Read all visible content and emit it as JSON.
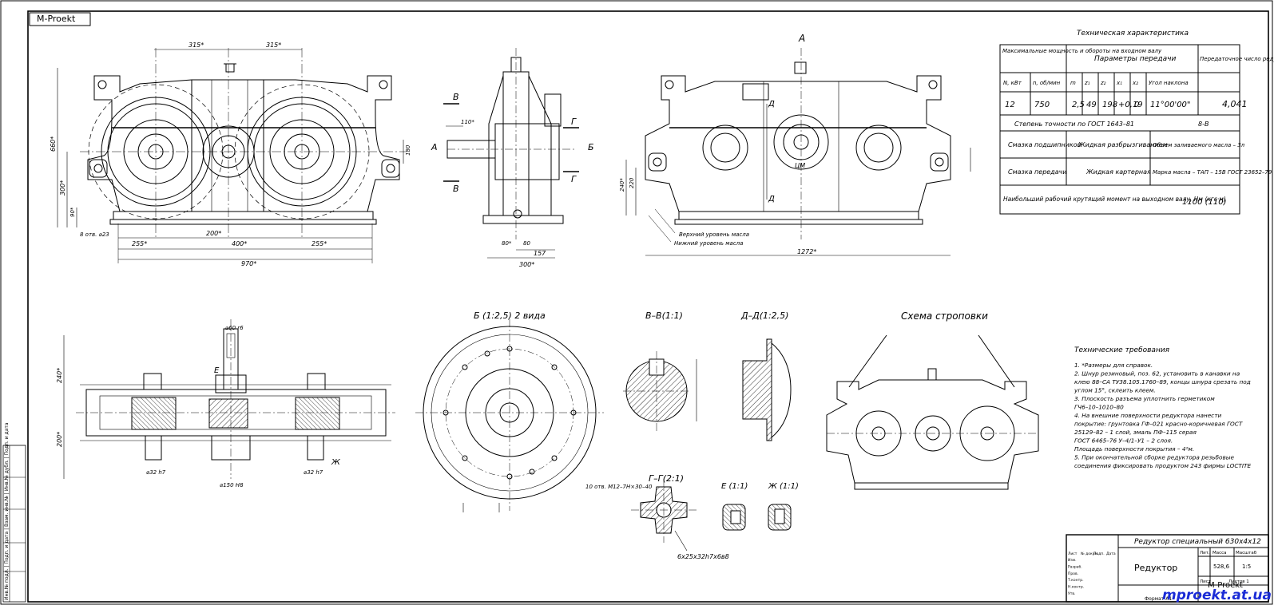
{
  "watermark_top": "M-Proekt",
  "watermark_bottom": "mproekt.at.ua",
  "views": {
    "top_letter_a": "А",
    "section_b": "Б (1:2,5) 2 вида",
    "section_vv": "В–В(1:1)",
    "section_dd": "Д–Д(1:2,5)",
    "section_gg": "Г–Г(2:1)",
    "section_e": "Е (1:1)",
    "section_zh": "Ж (1:1)",
    "sling_scheme": "Схема строповки",
    "level_upper": "Верхний уровень масла",
    "level_lower": "Нижний уровень масла",
    "holes_note": "8 отв. ⌀23",
    "bolt_note": "10 отв. М12–7Н×30–40",
    "spline_note": "6х25х32h7х6в8"
  },
  "dims": {
    "front_total": "970*",
    "front_400": "400*",
    "front_255a": "255*",
    "front_255b": "255*",
    "front_200": "200*",
    "front_315a": "315*",
    "front_315b": "315*",
    "front_660": "660*",
    "front_300": "300*",
    "front_90": "90*",
    "front_180": "180",
    "side_300": "300*",
    "side_157": "157",
    "side_80a": "80*",
    "side_80b": "80",
    "side_110": "110*",
    "right_1272": "1272*",
    "right_240": "240*",
    "right_220": "220",
    "plan_240": "240*",
    "plan_200": "200*",
    "plan_d60": "⌀60 r6",
    "plan_d32a": "⌀32 h7",
    "plan_d32b": "⌀32 h7",
    "plan_d150": "⌀150 H8"
  },
  "tech_char": {
    "title": "Техническая характеристика",
    "h_power": "Максимальные мощность и обороты на входном валу",
    "h_params": "Параметры передачи",
    "h_ratio": "Передаточное число редуктора",
    "sub": [
      "N, кВт",
      "n, об/мин",
      "m",
      "z₁",
      "z₂",
      "x₁",
      "x₂",
      "Угол наклона"
    ],
    "vals": [
      "12",
      "750",
      "2,5",
      "49",
      "198",
      "+0,19",
      "0",
      "11°00'00\""
    ],
    "ratio_val": "4,041",
    "accuracy_label": "Степень точности по ГОСТ 1643–81",
    "accuracy_val": "8-В",
    "r1_a": "Смазка подшипников",
    "r1_b": "Жидкая разбрызгиванием",
    "r1_c": "Объем заливаемого масла – 3л",
    "r2_a": "Смазка передачи",
    "r2_b": "Жидкая картерная",
    "r2_c": "Марка масла – ТАП – 15В ГОСТ 23652–79",
    "torque_label": "Наибольший рабочий крутящий момент на выходном валу, Нм (кгс·м)",
    "torque_val": "1100 (110)"
  },
  "tech_req": {
    "title": "Технические требования",
    "lines": [
      "1. *Размеры для справок.",
      "2. Шнур резиновый, поз. 62, установить в канавки на",
      "клею 88–СА ТУ38.105.1760–89, концы шнура срезать под",
      "углом 15°, склеить клеем.",
      "3. Плоскость разъема уплотнить герметиком",
      "ГЧ6–10–1010–80",
      "4. На внешние поверхности редуктора нанести",
      "покрытие: грунтовка ГФ–021 красно-коричневая ГОСТ",
      "25129–82 – 1 слой, эмаль ПФ–115 серая",
      "ГОСТ 6465–76 У–4/1–У1 – 2 слоя.",
      "Площадь поверхности покрытия – 4²м.",
      "5. При окончательной сборке редуктора резьбовые",
      "соединения фиксировать продуктом 243 фирмы LOCTITE"
    ]
  },
  "title_block": {
    "doc_title": "Редуктор специальный 630х4х12",
    "name": "Редуктор",
    "mass": "528,6",
    "scale": "1:5",
    "sheet": "Лист",
    "sheets": "Листов 1",
    "lit": "Лит.",
    "mass_label": "Масса",
    "scale_label": "Масштаб",
    "format": "Формат А1",
    "stamp_rows": [
      "Изм.",
      "Разраб.",
      "Пров.",
      "Т.контр.",
      "Н.контр.",
      "Утв."
    ],
    "stamp_cols": [
      "Лист",
      "№ докум.",
      "Подп.",
      "Дата"
    ]
  },
  "margin_stamp": "Инв.№ подл. | Подп. и дата | Взам. инв.№ | Инв.№ дубл. | Подп. и дата"
}
